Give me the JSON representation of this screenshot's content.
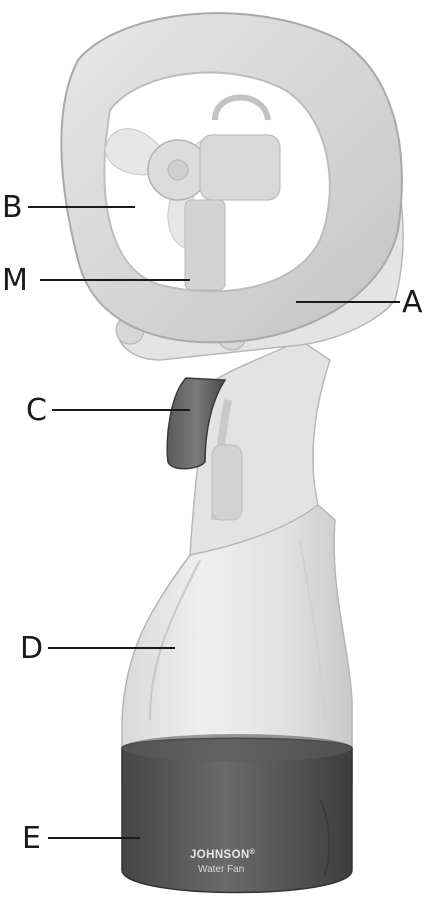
{
  "diagram": {
    "callouts": {
      "a": "A",
      "b": "B",
      "m": "M",
      "c": "C",
      "d": "D",
      "e": "E"
    },
    "base_branding": {
      "brand": "JOHNSON",
      "registered": "®",
      "product": "Water Fan"
    }
  }
}
